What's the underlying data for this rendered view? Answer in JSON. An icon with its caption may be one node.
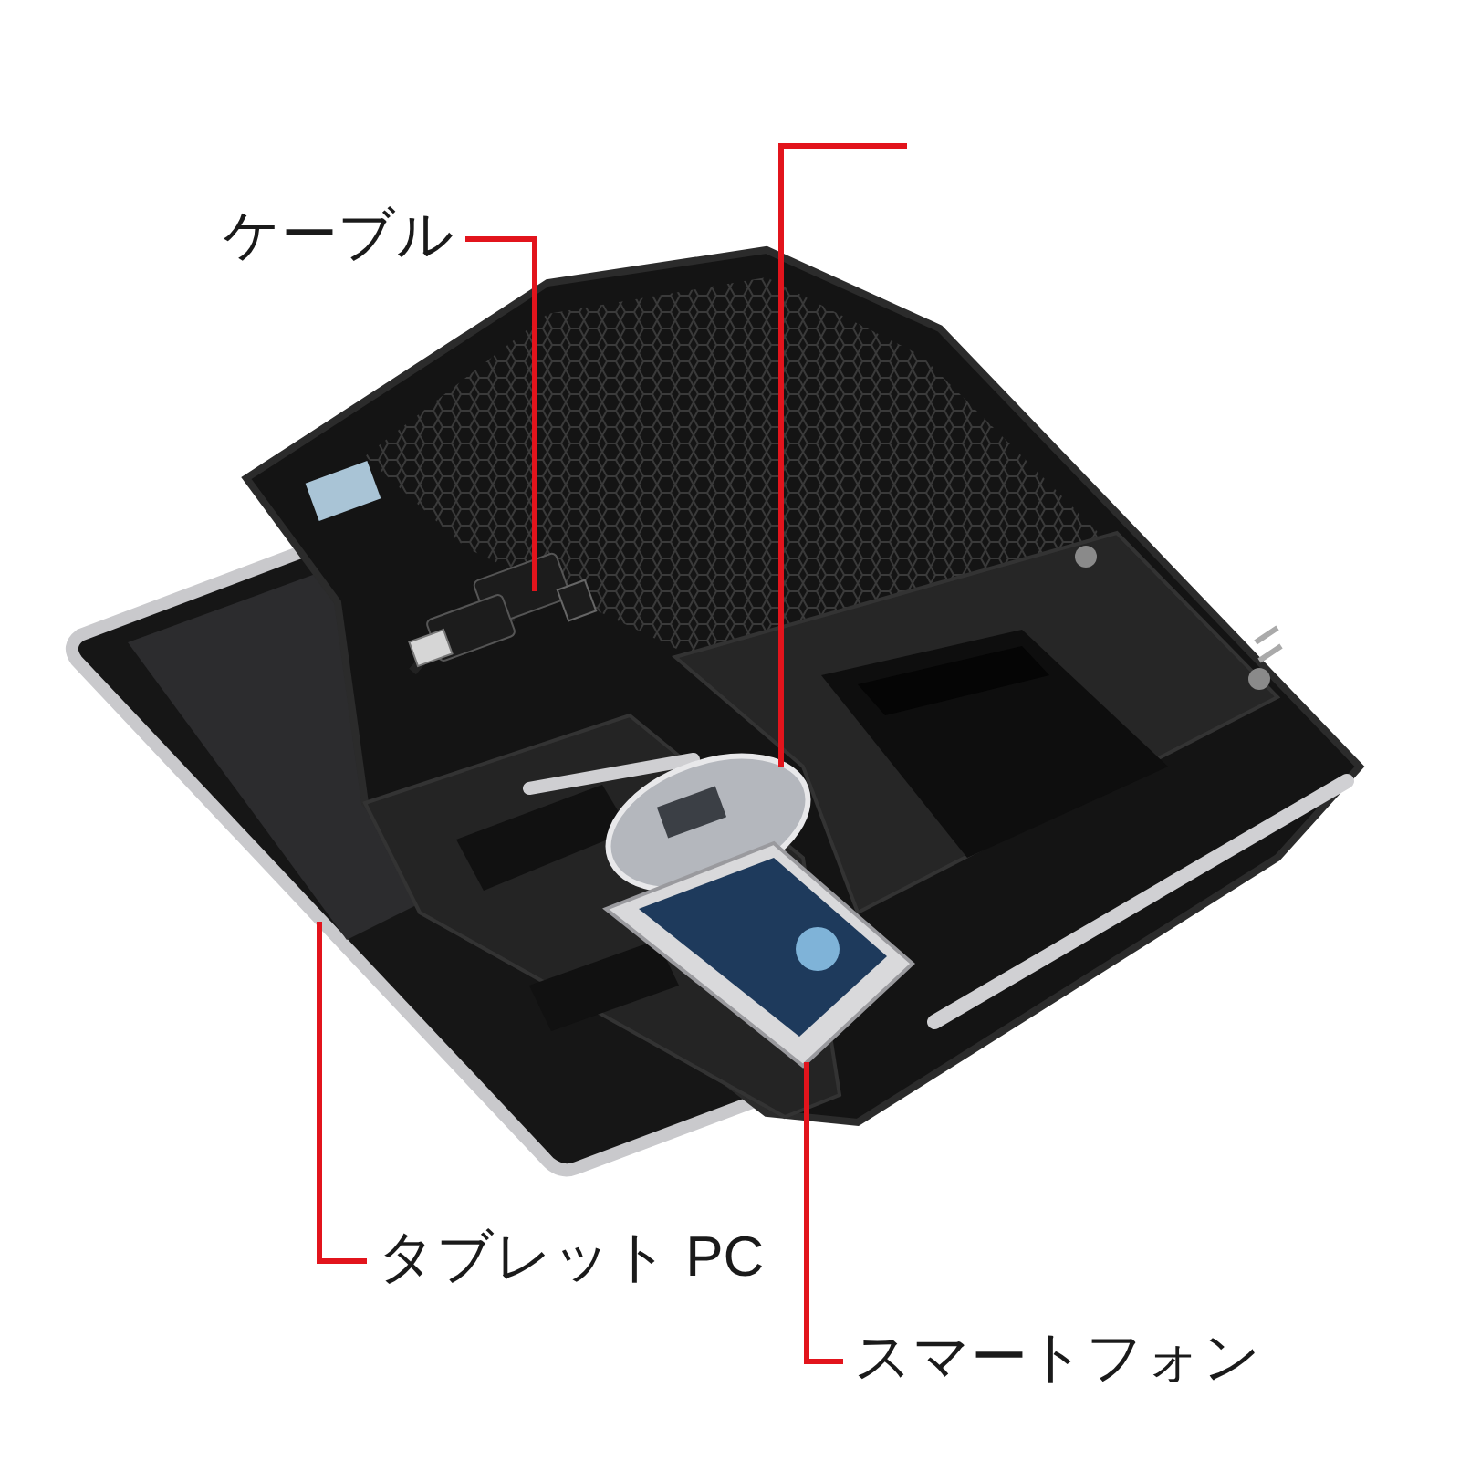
{
  "diagram": {
    "nodes": [
      {
        "text": [
          "ケーブル"
        ]
      },
      {
        "text": [],
        "shape": "picture"
      },
      {
        "text": [],
        "shape": "picture"
      },
      {
        "text": [
          "タブレット PC"
        ]
      },
      {
        "text": [],
        "shape": "picture"
      },
      {
        "text": [
          "スマートフォン"
        ]
      },
      {
        "text": [],
        "shape": "picture"
      }
    ],
    "edges": [
      {
        "from": 0,
        "to": 1,
        "arrow": "none"
      },
      {
        "from": null,
        "to": 2,
        "arrow": "none"
      },
      {
        "from": 3,
        "to": 4,
        "arrow": "none"
      },
      {
        "from": 5,
        "to": 6,
        "arrow": "none"
      }
    ]
  }
}
